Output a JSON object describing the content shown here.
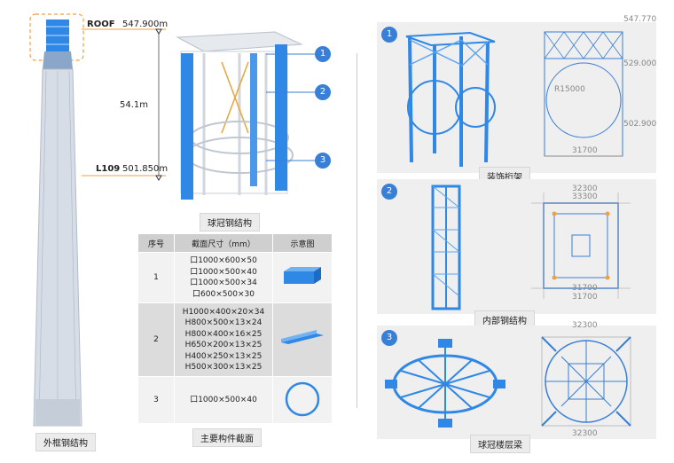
{
  "tower": {
    "caption": "外框钢结构"
  },
  "elevation": {
    "roof_label": "ROOF",
    "roof_value": "547.900m",
    "l109_label": "L109",
    "l109_value": "501.850m",
    "height": "54.1m"
  },
  "crown": {
    "caption": "球冠钢结构",
    "markers": [
      "1",
      "2",
      "3"
    ]
  },
  "section_table": {
    "caption": "主要构件截面",
    "headers": [
      "序号",
      "截面尺寸（mm）",
      "示意图"
    ],
    "rows": [
      {
        "no": "1",
        "sizes": [
          "口1000×600×50",
          "口1000×500×40",
          "口1000×500×34",
          "口600×500×30"
        ]
      },
      {
        "no": "2",
        "sizes": [
          "H1000×400×20×34",
          "H800×500×13×24",
          "H800×400×16×25",
          "H650×200×13×25",
          "H400×250×13×25",
          "H500×300×13×25"
        ]
      },
      {
        "no": "3",
        "sizes": [
          "口1000×500×40"
        ]
      }
    ]
  },
  "panels": [
    {
      "no": "1",
      "caption": "装饰桁架",
      "dims": [
        "547.770",
        "529.000",
        "R15000",
        "502.900",
        "31700"
      ]
    },
    {
      "no": "2",
      "caption": "内部钢结构",
      "dims": [
        "32300",
        "33300",
        "31700",
        "31700"
      ]
    },
    {
      "no": "3",
      "caption": "球冠楼层梁",
      "dims": [
        "32300",
        "32300"
      ]
    }
  ]
}
